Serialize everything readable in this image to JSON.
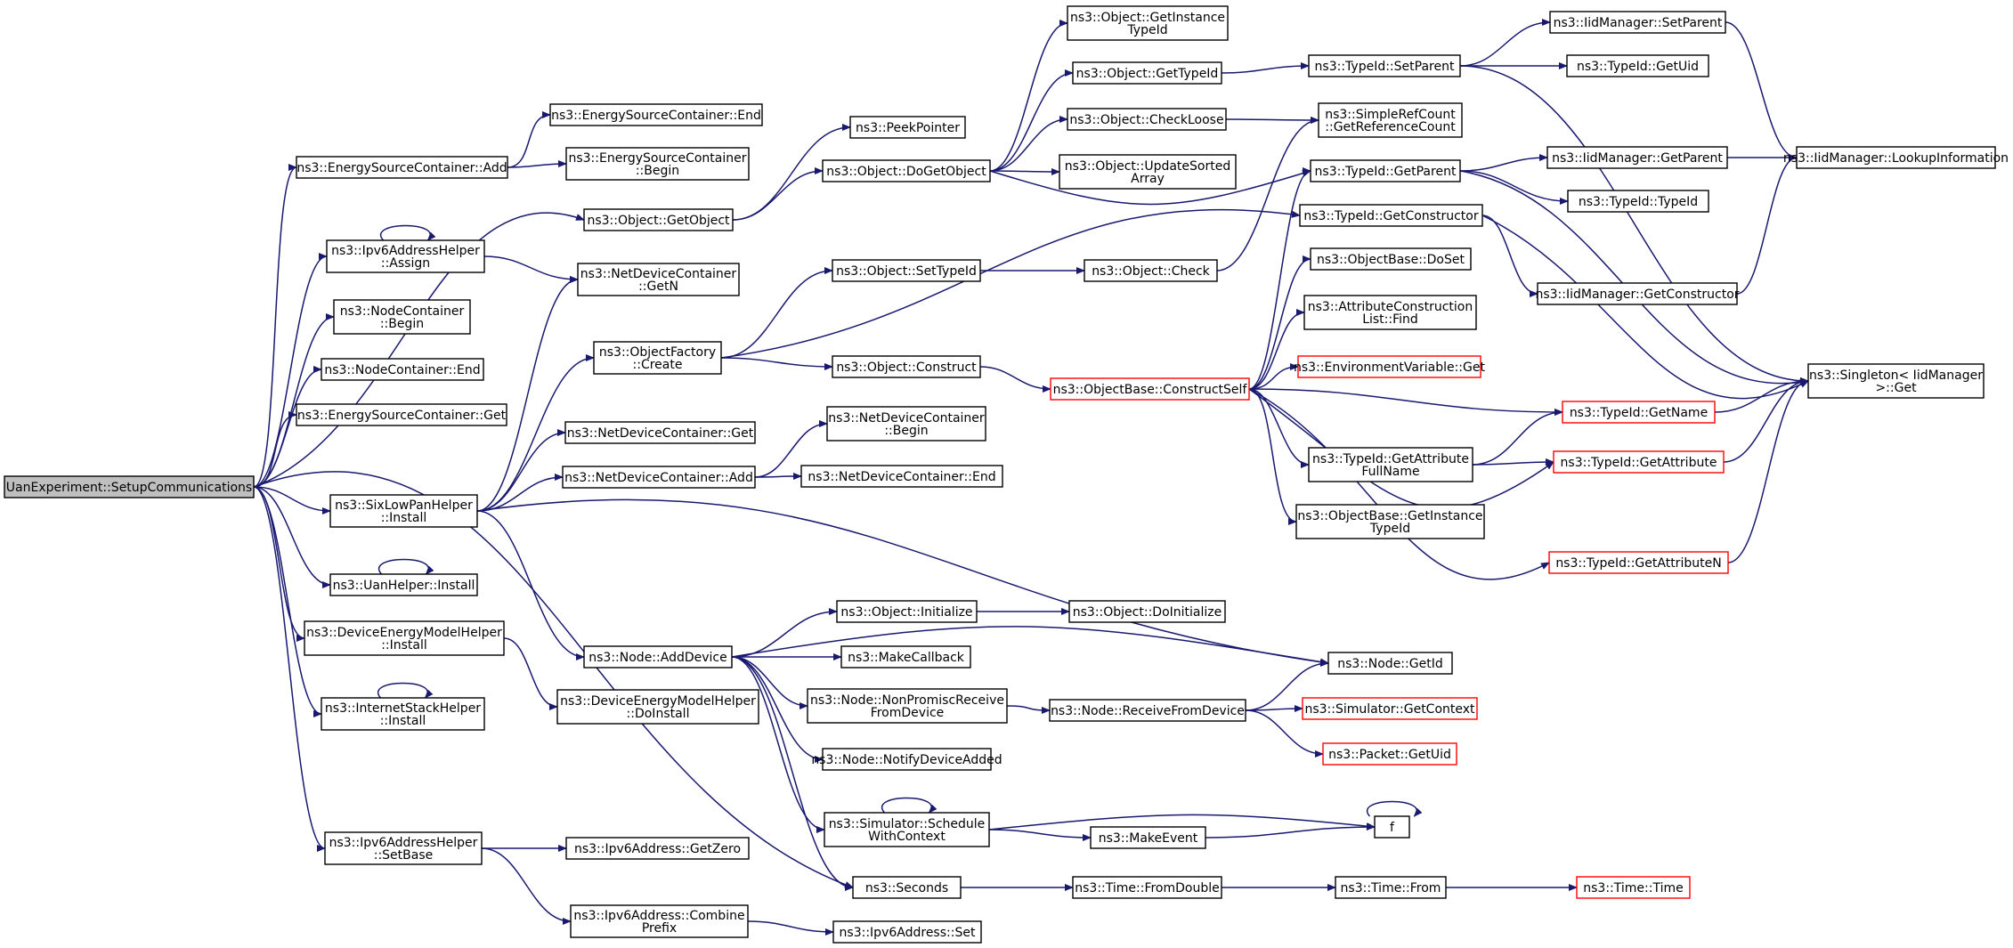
{
  "colors": {
    "edge": "#191970",
    "node_border": "#000000",
    "highlight_border": "#ff0000",
    "root_fill": "#bfbfbf",
    "background": "#ffffff"
  },
  "nodes": {
    "root": {
      "lines": [
        "UanExperiment::SetupCommunications"
      ]
    },
    "esc_add": {
      "lines": [
        "ns3::EnergySourceContainer::Add"
      ]
    },
    "esc_end": {
      "lines": [
        "ns3::EnergySourceContainer::End"
      ]
    },
    "esc_begin": {
      "lines": [
        "ns3::EnergySourceContainer",
        "::Begin"
      ]
    },
    "esc_get": {
      "lines": [
        "ns3::EnergySourceContainer::Get"
      ]
    },
    "ipv6h_assign": {
      "lines": [
        "ns3::Ipv6AddressHelper",
        "::Assign"
      ]
    },
    "nc_begin": {
      "lines": [
        "ns3::NodeContainer",
        "::Begin"
      ]
    },
    "nc_end": {
      "lines": [
        "ns3::NodeContainer::End"
      ]
    },
    "sixlow": {
      "lines": [
        "ns3::SixLowPanHelper",
        "::Install"
      ]
    },
    "uanh": {
      "lines": [
        "ns3::UanHelper::Install"
      ]
    },
    "demh_install": {
      "lines": [
        "ns3::DeviceEnergyModelHelper",
        "::Install"
      ]
    },
    "ish": {
      "lines": [
        "ns3::InternetStackHelper",
        "::Install"
      ]
    },
    "ipv6h_setbase": {
      "lines": [
        "ns3::Ipv6AddressHelper",
        "::SetBase"
      ]
    },
    "obj_getobject": {
      "lines": [
        "ns3::Object::GetObject"
      ]
    },
    "ndc_getn": {
      "lines": [
        "ns3::NetDeviceContainer",
        "::GetN"
      ]
    },
    "of_create": {
      "lines": [
        "ns3::ObjectFactory",
        "::Create"
      ]
    },
    "ndc_get": {
      "lines": [
        "ns3::NetDeviceContainer::Get"
      ]
    },
    "ndc_add": {
      "lines": [
        "ns3::NetDeviceContainer::Add"
      ]
    },
    "node_adddevice": {
      "lines": [
        "ns3::Node::AddDevice"
      ]
    },
    "demh_doinstall": {
      "lines": [
        "ns3::DeviceEnergyModelHelper",
        "::DoInstall"
      ]
    },
    "ipv6a_getzero": {
      "lines": [
        "ns3::Ipv6Address::GetZero"
      ]
    },
    "ipv6a_combine": {
      "lines": [
        "ns3::Ipv6Address::Combine",
        "Prefix"
      ]
    },
    "peekpointer": {
      "lines": [
        "ns3::PeekPointer"
      ]
    },
    "obj_dogetobject": {
      "lines": [
        "ns3::Object::DoGetObject"
      ]
    },
    "obj_settypeid": {
      "lines": [
        "ns3::Object::SetTypeId"
      ]
    },
    "obj_construct": {
      "lines": [
        "ns3::Object::Construct"
      ]
    },
    "ndc_begin": {
      "lines": [
        "ns3::NetDeviceContainer",
        "::Begin"
      ]
    },
    "ndc_end": {
      "lines": [
        "ns3::NetDeviceContainer::End"
      ]
    },
    "obj_initialize": {
      "lines": [
        "ns3::Object::Initialize"
      ]
    },
    "makecallback": {
      "lines": [
        "ns3::MakeCallback"
      ]
    },
    "node_nonpromisc": {
      "lines": [
        "ns3::Node::NonPromiscReceive",
        "FromDevice"
      ]
    },
    "node_notify": {
      "lines": [
        "ns3::Node::NotifyDeviceAdded"
      ]
    },
    "sim_schedule": {
      "lines": [
        "ns3::Simulator::Schedule",
        "WithContext"
      ]
    },
    "seconds": {
      "lines": [
        "ns3::Seconds"
      ]
    },
    "ipv6a_set": {
      "lines": [
        "ns3::Ipv6Address::Set"
      ]
    },
    "obj_getinstancetypeid": {
      "lines": [
        "ns3::Object::GetInstance",
        "TypeId"
      ]
    },
    "obj_gettypeid": {
      "lines": [
        "ns3::Object::GetTypeId"
      ]
    },
    "obj_checkloose": {
      "lines": [
        "ns3::Object::CheckLoose"
      ]
    },
    "obj_updatesorted": {
      "lines": [
        "ns3::Object::UpdateSorted",
        "Array"
      ]
    },
    "obj_check": {
      "lines": [
        "ns3::Object::Check"
      ]
    },
    "ob_constructself": {
      "lines": [
        "ns3::ObjectBase::ConstructSelf"
      ]
    },
    "obj_doinitialize": {
      "lines": [
        "ns3::Object::DoInitialize"
      ]
    },
    "node_receivefromdevice": {
      "lines": [
        "ns3::Node::ReceiveFromDevice"
      ]
    },
    "makeevent": {
      "lines": [
        "ns3::MakeEvent"
      ]
    },
    "time_fromdouble": {
      "lines": [
        "ns3::Time::FromDouble"
      ]
    },
    "tid_setparent": {
      "lines": [
        "ns3::TypeId::SetParent"
      ]
    },
    "src_getrefcount": {
      "lines": [
        "ns3::SimpleRefCount",
        "::GetReferenceCount"
      ]
    },
    "tid_getparent": {
      "lines": [
        "ns3::TypeId::GetParent"
      ]
    },
    "tid_getconstructor": {
      "lines": [
        "ns3::TypeId::GetConstructor"
      ]
    },
    "ob_doset": {
      "lines": [
        "ns3::ObjectBase::DoSet"
      ]
    },
    "acl_find": {
      "lines": [
        "ns3::AttributeConstruction",
        "List::Find"
      ]
    },
    "envvar_get": {
      "lines": [
        "ns3::EnvironmentVariable::Get"
      ]
    },
    "tid_getattrfullname": {
      "lines": [
        "ns3::TypeId::GetAttribute",
        "FullName"
      ]
    },
    "ob_getinstancetypeid": {
      "lines": [
        "ns3::ObjectBase::GetInstance",
        "TypeId"
      ]
    },
    "node_getid": {
      "lines": [
        "ns3::Node::GetId"
      ]
    },
    "sim_getcontext": {
      "lines": [
        "ns3::Simulator::GetContext"
      ]
    },
    "packet_getuid": {
      "lines": [
        "ns3::Packet::GetUid"
      ]
    },
    "f": {
      "lines": [
        "f"
      ]
    },
    "time_from": {
      "lines": [
        "ns3::Time::From"
      ]
    },
    "time_time": {
      "lines": [
        "ns3::Time::Time"
      ]
    },
    "iid_setparent": {
      "lines": [
        "ns3::IidManager::SetParent"
      ]
    },
    "tid_getuid": {
      "lines": [
        "ns3::TypeId::GetUid"
      ]
    },
    "iid_getparent": {
      "lines": [
        "ns3::IidManager::GetParent"
      ]
    },
    "tid_typeid": {
      "lines": [
        "ns3::TypeId::TypeId"
      ]
    },
    "iid_getconstructor": {
      "lines": [
        "ns3::IidManager::GetConstructor"
      ]
    },
    "tid_getname": {
      "lines": [
        "ns3::TypeId::GetName"
      ]
    },
    "tid_getattribute": {
      "lines": [
        "ns3::TypeId::GetAttribute"
      ]
    },
    "tid_getattributen": {
      "lines": [
        "ns3::TypeId::GetAttributeN"
      ]
    },
    "iid_lookup": {
      "lines": [
        "ns3::IidManager::LookupInformation"
      ]
    },
    "singleton_get": {
      "lines": [
        "ns3::Singleton< IidManager",
        ">::Get"
      ]
    }
  },
  "edges": [
    [
      "root",
      "esc_add"
    ],
    [
      "root",
      "ipv6h_assign"
    ],
    [
      "root",
      "nc_begin"
    ],
    [
      "root",
      "nc_end"
    ],
    [
      "root",
      "esc_get"
    ],
    [
      "root",
      "obj_getobject"
    ],
    [
      "root",
      "sixlow"
    ],
    [
      "root",
      "uanh"
    ],
    [
      "root",
      "demh_install"
    ],
    [
      "root",
      "ish"
    ],
    [
      "root",
      "ipv6h_setbase"
    ],
    [
      "root",
      "seconds"
    ],
    [
      "esc_add",
      "esc_end"
    ],
    [
      "esc_add",
      "esc_begin"
    ],
    [
      "ipv6h_assign",
      "ipv6h_assign"
    ],
    [
      "ipv6h_assign",
      "ndc_getn"
    ],
    [
      "sixlow",
      "ndc_getn"
    ],
    [
      "sixlow",
      "of_create"
    ],
    [
      "sixlow",
      "ndc_get"
    ],
    [
      "sixlow",
      "ndc_add"
    ],
    [
      "sixlow",
      "node_adddevice"
    ],
    [
      "sixlow",
      "node_getid"
    ],
    [
      "uanh",
      "uanh"
    ],
    [
      "demh_install",
      "demh_doinstall"
    ],
    [
      "ish",
      "ish"
    ],
    [
      "ipv6h_setbase",
      "ipv6a_getzero"
    ],
    [
      "ipv6h_setbase",
      "ipv6a_combine"
    ],
    [
      "obj_getobject",
      "peekpointer"
    ],
    [
      "obj_getobject",
      "obj_dogetobject"
    ],
    [
      "of_create",
      "obj_settypeid"
    ],
    [
      "of_create",
      "obj_construct"
    ],
    [
      "of_create",
      "tid_getconstructor"
    ],
    [
      "ndc_add",
      "ndc_begin"
    ],
    [
      "ndc_add",
      "ndc_end"
    ],
    [
      "node_adddevice",
      "obj_initialize"
    ],
    [
      "node_adddevice",
      "makecallback"
    ],
    [
      "node_adddevice",
      "node_nonpromisc"
    ],
    [
      "node_adddevice",
      "node_notify"
    ],
    [
      "node_adddevice",
      "sim_schedule"
    ],
    [
      "node_adddevice",
      "seconds"
    ],
    [
      "node_adddevice",
      "node_getid"
    ],
    [
      "ipv6a_combine",
      "ipv6a_set"
    ],
    [
      "obj_dogetobject",
      "obj_getinstancetypeid"
    ],
    [
      "obj_dogetobject",
      "obj_gettypeid"
    ],
    [
      "obj_dogetobject",
      "obj_checkloose"
    ],
    [
      "obj_dogetobject",
      "obj_updatesorted"
    ],
    [
      "obj_dogetobject",
      "tid_getparent"
    ],
    [
      "obj_settypeid",
      "obj_check"
    ],
    [
      "obj_construct",
      "ob_constructself"
    ],
    [
      "obj_initialize",
      "obj_doinitialize"
    ],
    [
      "node_nonpromisc",
      "node_receivefromdevice"
    ],
    [
      "sim_schedule",
      "sim_schedule"
    ],
    [
      "sim_schedule",
      "makeevent"
    ],
    [
      "sim_schedule",
      "f"
    ],
    [
      "seconds",
      "time_fromdouble"
    ],
    [
      "obj_gettypeid",
      "tid_setparent"
    ],
    [
      "obj_checkloose",
      "src_getrefcount"
    ],
    [
      "obj_check",
      "src_getrefcount"
    ],
    [
      "ob_constructself",
      "tid_getparent"
    ],
    [
      "ob_constructself",
      "ob_doset"
    ],
    [
      "ob_constructself",
      "acl_find"
    ],
    [
      "ob_constructself",
      "envvar_get"
    ],
    [
      "ob_constructself",
      "tid_getname"
    ],
    [
      "ob_constructself",
      "tid_getattrfullname"
    ],
    [
      "ob_constructself",
      "ob_getinstancetypeid"
    ],
    [
      "ob_constructself",
      "tid_getattribute"
    ],
    [
      "ob_constructself",
      "tid_getattributen"
    ],
    [
      "node_receivefromdevice",
      "node_getid"
    ],
    [
      "node_receivefromdevice",
      "sim_getcontext"
    ],
    [
      "node_receivefromdevice",
      "packet_getuid"
    ],
    [
      "makeevent",
      "f"
    ],
    [
      "f",
      "f"
    ],
    [
      "time_fromdouble",
      "time_from"
    ],
    [
      "time_from",
      "time_time"
    ],
    [
      "tid_setparent",
      "iid_setparent"
    ],
    [
      "tid_setparent",
      "tid_getuid"
    ],
    [
      "tid_setparent",
      "singleton_get"
    ],
    [
      "tid_getparent",
      "iid_getparent"
    ],
    [
      "tid_getparent",
      "tid_typeid"
    ],
    [
      "tid_getparent",
      "singleton_get"
    ],
    [
      "tid_getconstructor",
      "iid_getconstructor"
    ],
    [
      "tid_getconstructor",
      "singleton_get"
    ],
    [
      "tid_getattrfullname",
      "tid_getname"
    ],
    [
      "tid_getattrfullname",
      "tid_getattribute"
    ],
    [
      "iid_setparent",
      "iid_lookup"
    ],
    [
      "iid_getparent",
      "iid_lookup"
    ],
    [
      "iid_getconstructor",
      "iid_lookup"
    ],
    [
      "tid_getname",
      "singleton_get"
    ],
    [
      "tid_getattribute",
      "singleton_get"
    ],
    [
      "tid_getattributen",
      "singleton_get"
    ]
  ]
}
